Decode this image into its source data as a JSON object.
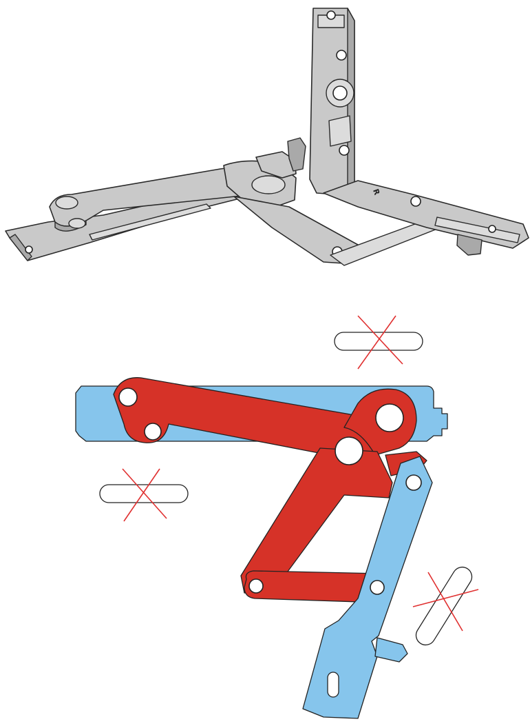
{
  "figure": {
    "top_view": {
      "part_marking": "R"
    },
    "colors": {
      "blue_part": "#86c5ec",
      "red_part": "#d63228",
      "cross_mark": "#e03030",
      "grey_part": "#c9c9c9"
    },
    "icons": [
      "hinge-3d-render",
      "linkage-diagram",
      "slot-crossed-out-icon"
    ]
  }
}
